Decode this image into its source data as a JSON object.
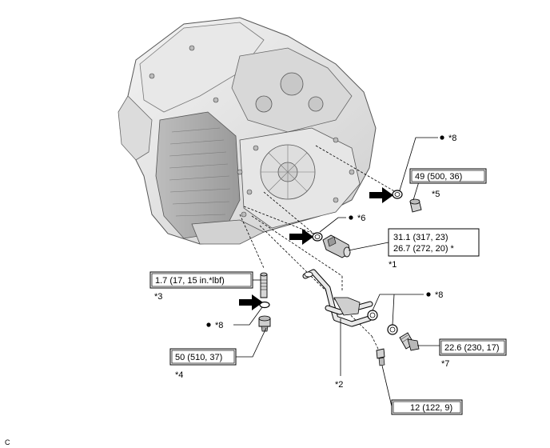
{
  "callouts": {
    "c1": "*1",
    "c2": "*2",
    "c3": "*3",
    "c4": "*4",
    "c5": "*5",
    "c6": "*6",
    "c7": "*7",
    "c8_top": "*8",
    "c8_left": "*8",
    "c8_right": "*8"
  },
  "torque_boxes": {
    "t49": "49 (500, 36)",
    "t31": "31.1 (317, 23)",
    "t26": "26.7 (272, 20) *",
    "t17": "1.7 (17, 15 in.*lbf)",
    "t50": "50 (510, 37)",
    "t22": "22.6 (230, 17)",
    "t12": "12 (122, 9)"
  },
  "figure_code": "C"
}
